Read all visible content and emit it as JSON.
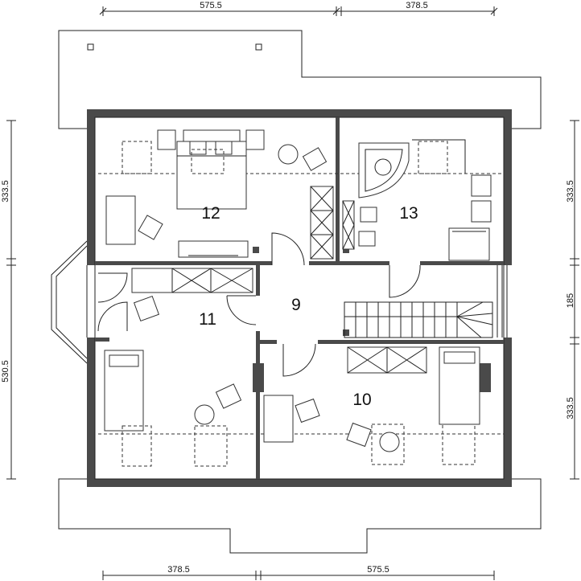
{
  "dimensions": {
    "top": [
      "575.5",
      "378.5"
    ],
    "bottom": [
      "378.5",
      "575.5"
    ],
    "left": [
      "333.5",
      "530.5"
    ],
    "right": [
      "333.5",
      "185",
      "333.5"
    ]
  },
  "rooms": [
    {
      "id": "9",
      "label": "9"
    },
    {
      "id": "10",
      "label": "10"
    },
    {
      "id": "11",
      "label": "11"
    },
    {
      "id": "12",
      "label": "12"
    },
    {
      "id": "13",
      "label": "13"
    }
  ],
  "colors": {
    "wall": "#4a4a4a",
    "line": "#222222",
    "background": "#ffffff"
  }
}
